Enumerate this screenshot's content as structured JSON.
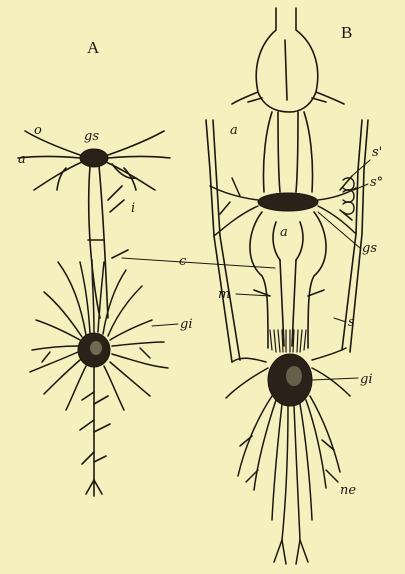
{
  "figure": {
    "panels": {
      "a": "A",
      "b": "B"
    },
    "labels_a": {
      "o": "o",
      "gs": "gs",
      "a": "a",
      "i": "i",
      "c": "c",
      "gi": "gi"
    },
    "labels_b": {
      "a_upper": "a",
      "a_lower": "a",
      "s1": "s'",
      "s2": "s°",
      "gs": "gs",
      "m": "m",
      "s": "s",
      "gi": "gi",
      "ne": "ne"
    },
    "colors": {
      "paper": "#f6efbe",
      "ink": "#1c170f"
    }
  }
}
